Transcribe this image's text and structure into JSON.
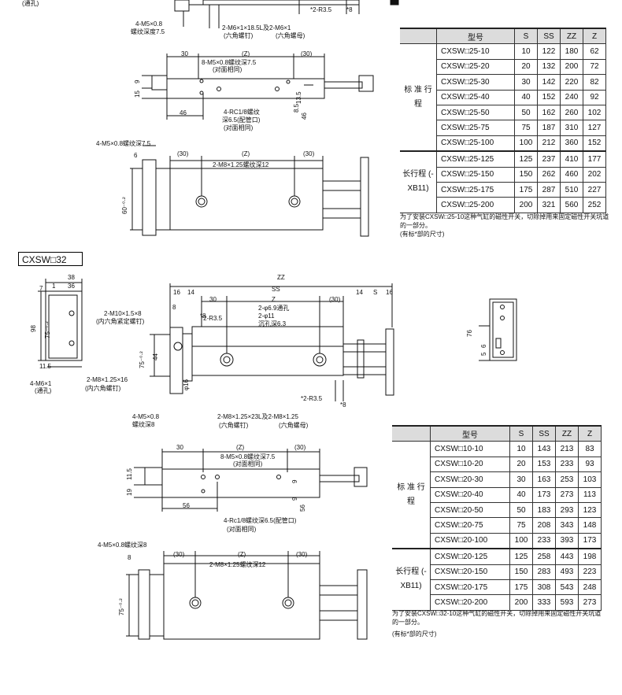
{
  "top_section": {
    "labels": {
      "thread_a": "4-M5×0.8",
      "thread_a2": "螺纹深度7.5",
      "screws": "2-M6×1×18.5L及2-M6×1",
      "screws_sub1": "(六角螺钉)",
      "screws_sub2": "(六角螺母)",
      "r35": "*2-R3.5",
      "star8": "*8",
      "through": "(通孔)",
      "d30a": "30",
      "dZ": "(Z)",
      "d30b": "(30)",
      "m5": "8-M5×0.8螺纹深7.5",
      "m5sub": "(对面相同)",
      "d9": "9",
      "d15": "15",
      "d135": "13.5",
      "d85": "8.5",
      "rc": "4-RC1/8螺纹",
      "rc2": "深6.5(配管口)",
      "rc3": "(对面相同)",
      "d46": "46",
      "d46b": "46",
      "m5b": "4-M5×0.8螺纹深7.5",
      "d6": "6",
      "d30c": "(30)",
      "dZ2": "(Z)",
      "d30d": "(30)",
      "m8": "2-M8×1.25螺纹深12",
      "d60": "60⁻⁰·²"
    },
    "table": {
      "headers": [
        "型号",
        "S",
        "SS",
        "ZZ",
        "Z"
      ],
      "group_standard": "标 准 行 程",
      "group_long": "长行程 (-XB11)",
      "standard_rows": [
        [
          "CXSW□25-10",
          "10",
          "122",
          "180",
          "62"
        ],
        [
          "CXSW□25-20",
          "20",
          "132",
          "200",
          "72"
        ],
        [
          "CXSW□25-30",
          "30",
          "142",
          "220",
          "82"
        ],
        [
          "CXSW□25-40",
          "40",
          "152",
          "240",
          "92"
        ],
        [
          "CXSW□25-50",
          "50",
          "162",
          "260",
          "102"
        ],
        [
          "CXSW□25-75",
          "75",
          "187",
          "310",
          "127"
        ],
        [
          "CXSW□25-100",
          "100",
          "212",
          "360",
          "152"
        ]
      ],
      "long_rows": [
        [
          "CXSW□25-125",
          "125",
          "237",
          "410",
          "177"
        ],
        [
          "CXSW□25-150",
          "150",
          "262",
          "460",
          "202"
        ],
        [
          "CXSW□25-175",
          "175",
          "287",
          "510",
          "227"
        ],
        [
          "CXSW□25-200",
          "200",
          "321",
          "560",
          "252"
        ]
      ],
      "note1": "为了安装CXSW□25-10这种气缸的磁性开关，切除掉用来固定磁性开关坑道的一部分。",
      "note2": "(有标*部的尺寸)"
    }
  },
  "mid_section": {
    "model_tag": "CXSW□32",
    "labels": {
      "d38": "38",
      "d36": "36",
      "d1": "1",
      "d7": "7",
      "d98": "98",
      "d75": "75⁻⁰·²",
      "d115": "11.5",
      "m6": "4-M6×1",
      "m6sub": "(通孔)",
      "m10": "2-M10×1.5×8",
      "m10sub": "(内六角紧定螺钉)",
      "m8hex": "2-M8×1.25×16",
      "m8hexsub": "(内六角螺钉)",
      "ZZ": "ZZ",
      "d16a": "16",
      "d14a": "14",
      "SS": "SS",
      "d14b": "14",
      "dS": "S",
      "d16b": "16",
      "d30": "30",
      "dZ": "Z",
      "d30p": "(30)",
      "d8": "8",
      "r35": "*2-R3.5",
      "star8": "*8",
      "hole1": "2-φ6.9通孔",
      "hole2": "2-φ11",
      "hole3": "沉孔深6.3",
      "d75b": "75⁻⁰·²",
      "d44": "44",
      "phi16": "φ16",
      "m5": "4-M5×0.8",
      "m5sub": "螺纹深8",
      "bolt": "2-M8×1.25×23L及2-M8×1.25",
      "boltsub1": "(六角螺钉)",
      "boltsub2": "(六角螺母)",
      "star8b": "*8",
      "r35b": "*2-R3.5",
      "side_d76": "76",
      "side_d6": "6",
      "side_d5": "5"
    }
  },
  "bottom_section": {
    "labels": {
      "d30": "30",
      "dZ": "(Z)",
      "d30p": "(30)",
      "m5": "8-M5×0.8螺纹深7.5",
      "m5sub": "(对面相同)",
      "d115": "11.5",
      "d19": "19",
      "d9a": "9",
      "d9b": "9",
      "d56a": "56",
      "d56b": "56",
      "rc": "4-Rc1/8螺纹深6.5(配管口)",
      "rcsub": "(对面相同)",
      "m5b": "4-M5×0.8螺纹深8",
      "d8": "8",
      "d30c": "(30)",
      "dZ2": "(Z)",
      "d30d": "(30)",
      "m8": "2-M8×1.25螺纹深12",
      "d75": "75⁻⁰·²"
    },
    "table": {
      "headers": [
        "型号",
        "S",
        "SS",
        "ZZ",
        "Z"
      ],
      "group_standard": "标 准 行 程",
      "group_long": "长行程 (-XB11)",
      "standard_rows": [
        [
          "CXSW□10-10",
          "10",
          "143",
          "213",
          "83"
        ],
        [
          "CXSW□10-20",
          "20",
          "153",
          "233",
          "93"
        ],
        [
          "CXSW□20-30",
          "30",
          "163",
          "253",
          "103"
        ],
        [
          "CXSW□20-40",
          "40",
          "173",
          "273",
          "113"
        ],
        [
          "CXSW□20-50",
          "50",
          "183",
          "293",
          "123"
        ],
        [
          "CXSW□20-75",
          "75",
          "208",
          "343",
          "148"
        ],
        [
          "CXSW□20-100",
          "100",
          "233",
          "393",
          "173"
        ]
      ],
      "long_rows": [
        [
          "CXSW□20-125",
          "125",
          "258",
          "443",
          "198"
        ],
        [
          "CXSW□20-150",
          "150",
          "283",
          "493",
          "223"
        ],
        [
          "CXSW□20-175",
          "175",
          "308",
          "543",
          "248"
        ],
        [
          "CXSW□20-200",
          "200",
          "333",
          "593",
          "273"
        ]
      ],
      "note1": "为了安装CXSW□32-10这种气缸的磁性开关，切除掉用来固定磁性开关坑道的一部分。",
      "note2": "(有标*部的尺寸)"
    }
  }
}
